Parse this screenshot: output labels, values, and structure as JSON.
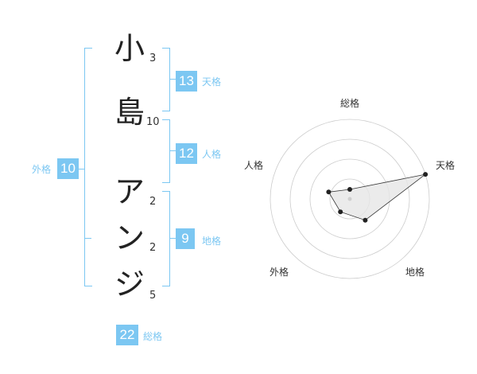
{
  "name_chars": [
    {
      "char": "小",
      "strokes": "3"
    },
    {
      "char": "島",
      "strokes": "10"
    },
    {
      "char": "ア",
      "strokes": "2"
    },
    {
      "char": "ン",
      "strokes": "2"
    },
    {
      "char": "ジ",
      "strokes": "5"
    }
  ],
  "scores": {
    "tenkaku": {
      "value": "13",
      "label": "天格"
    },
    "jinkaku": {
      "value": "12",
      "label": "人格"
    },
    "chikaku": {
      "value": "9",
      "label": "地格"
    },
    "gaikaku": {
      "value": "10",
      "label": "外格"
    },
    "soukaku": {
      "value": "22",
      "label": "総格"
    }
  },
  "chart_data": {
    "type": "radar",
    "axes": [
      "総格",
      "天格",
      "地格",
      "外格",
      "人格"
    ],
    "values": [
      0.12,
      1.0,
      0.33,
      0.2,
      0.28
    ],
    "rings": 4,
    "accent": "#7cc7f2",
    "fill": "#e6e6e6"
  }
}
